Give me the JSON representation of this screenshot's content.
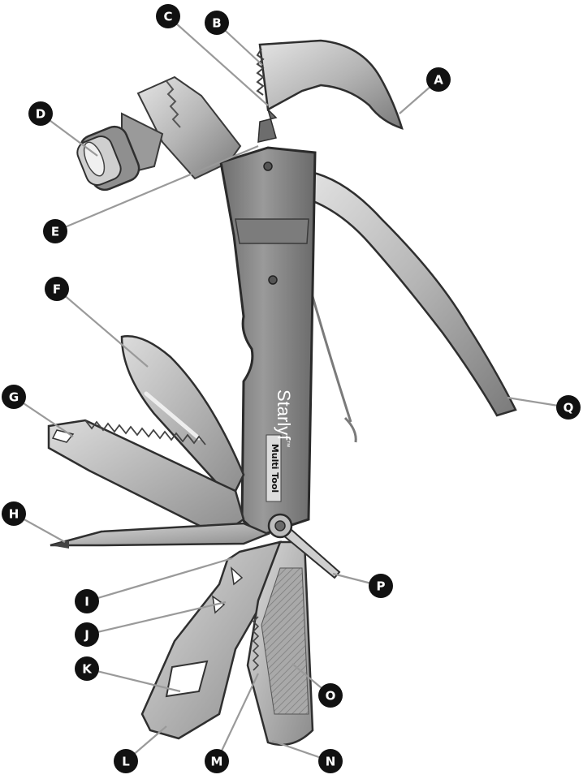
{
  "figure": {
    "brand": "Starlyf",
    "brand_mark": "™",
    "model_label": "Multi Tool",
    "colors": {
      "metal_light": "#d3d3d3",
      "metal_mid": "#9c9c9c",
      "metal_dark": "#5e5e5e",
      "handle": "#8a8a8a",
      "outline": "#3a3a3a",
      "callout_fill": "#111111",
      "leader_line": "#9a9a9a"
    }
  },
  "callouts": [
    {
      "letter": "A",
      "icon": "circle-badge"
    },
    {
      "letter": "B",
      "icon": "circle-badge"
    },
    {
      "letter": "C",
      "icon": "circle-badge"
    },
    {
      "letter": "D",
      "icon": "circle-badge"
    },
    {
      "letter": "E",
      "icon": "circle-badge"
    },
    {
      "letter": "F",
      "icon": "circle-badge"
    },
    {
      "letter": "G",
      "icon": "circle-badge"
    },
    {
      "letter": "H",
      "icon": "circle-badge"
    },
    {
      "letter": "I",
      "icon": "circle-badge"
    },
    {
      "letter": "J",
      "icon": "circle-badge"
    },
    {
      "letter": "K",
      "icon": "circle-badge"
    },
    {
      "letter": "L",
      "icon": "circle-badge"
    },
    {
      "letter": "M",
      "icon": "circle-badge"
    },
    {
      "letter": "N",
      "icon": "circle-badge"
    },
    {
      "letter": "O",
      "icon": "circle-badge"
    },
    {
      "letter": "P",
      "icon": "circle-badge"
    },
    {
      "letter": "Q",
      "icon": "circle-badge"
    }
  ]
}
